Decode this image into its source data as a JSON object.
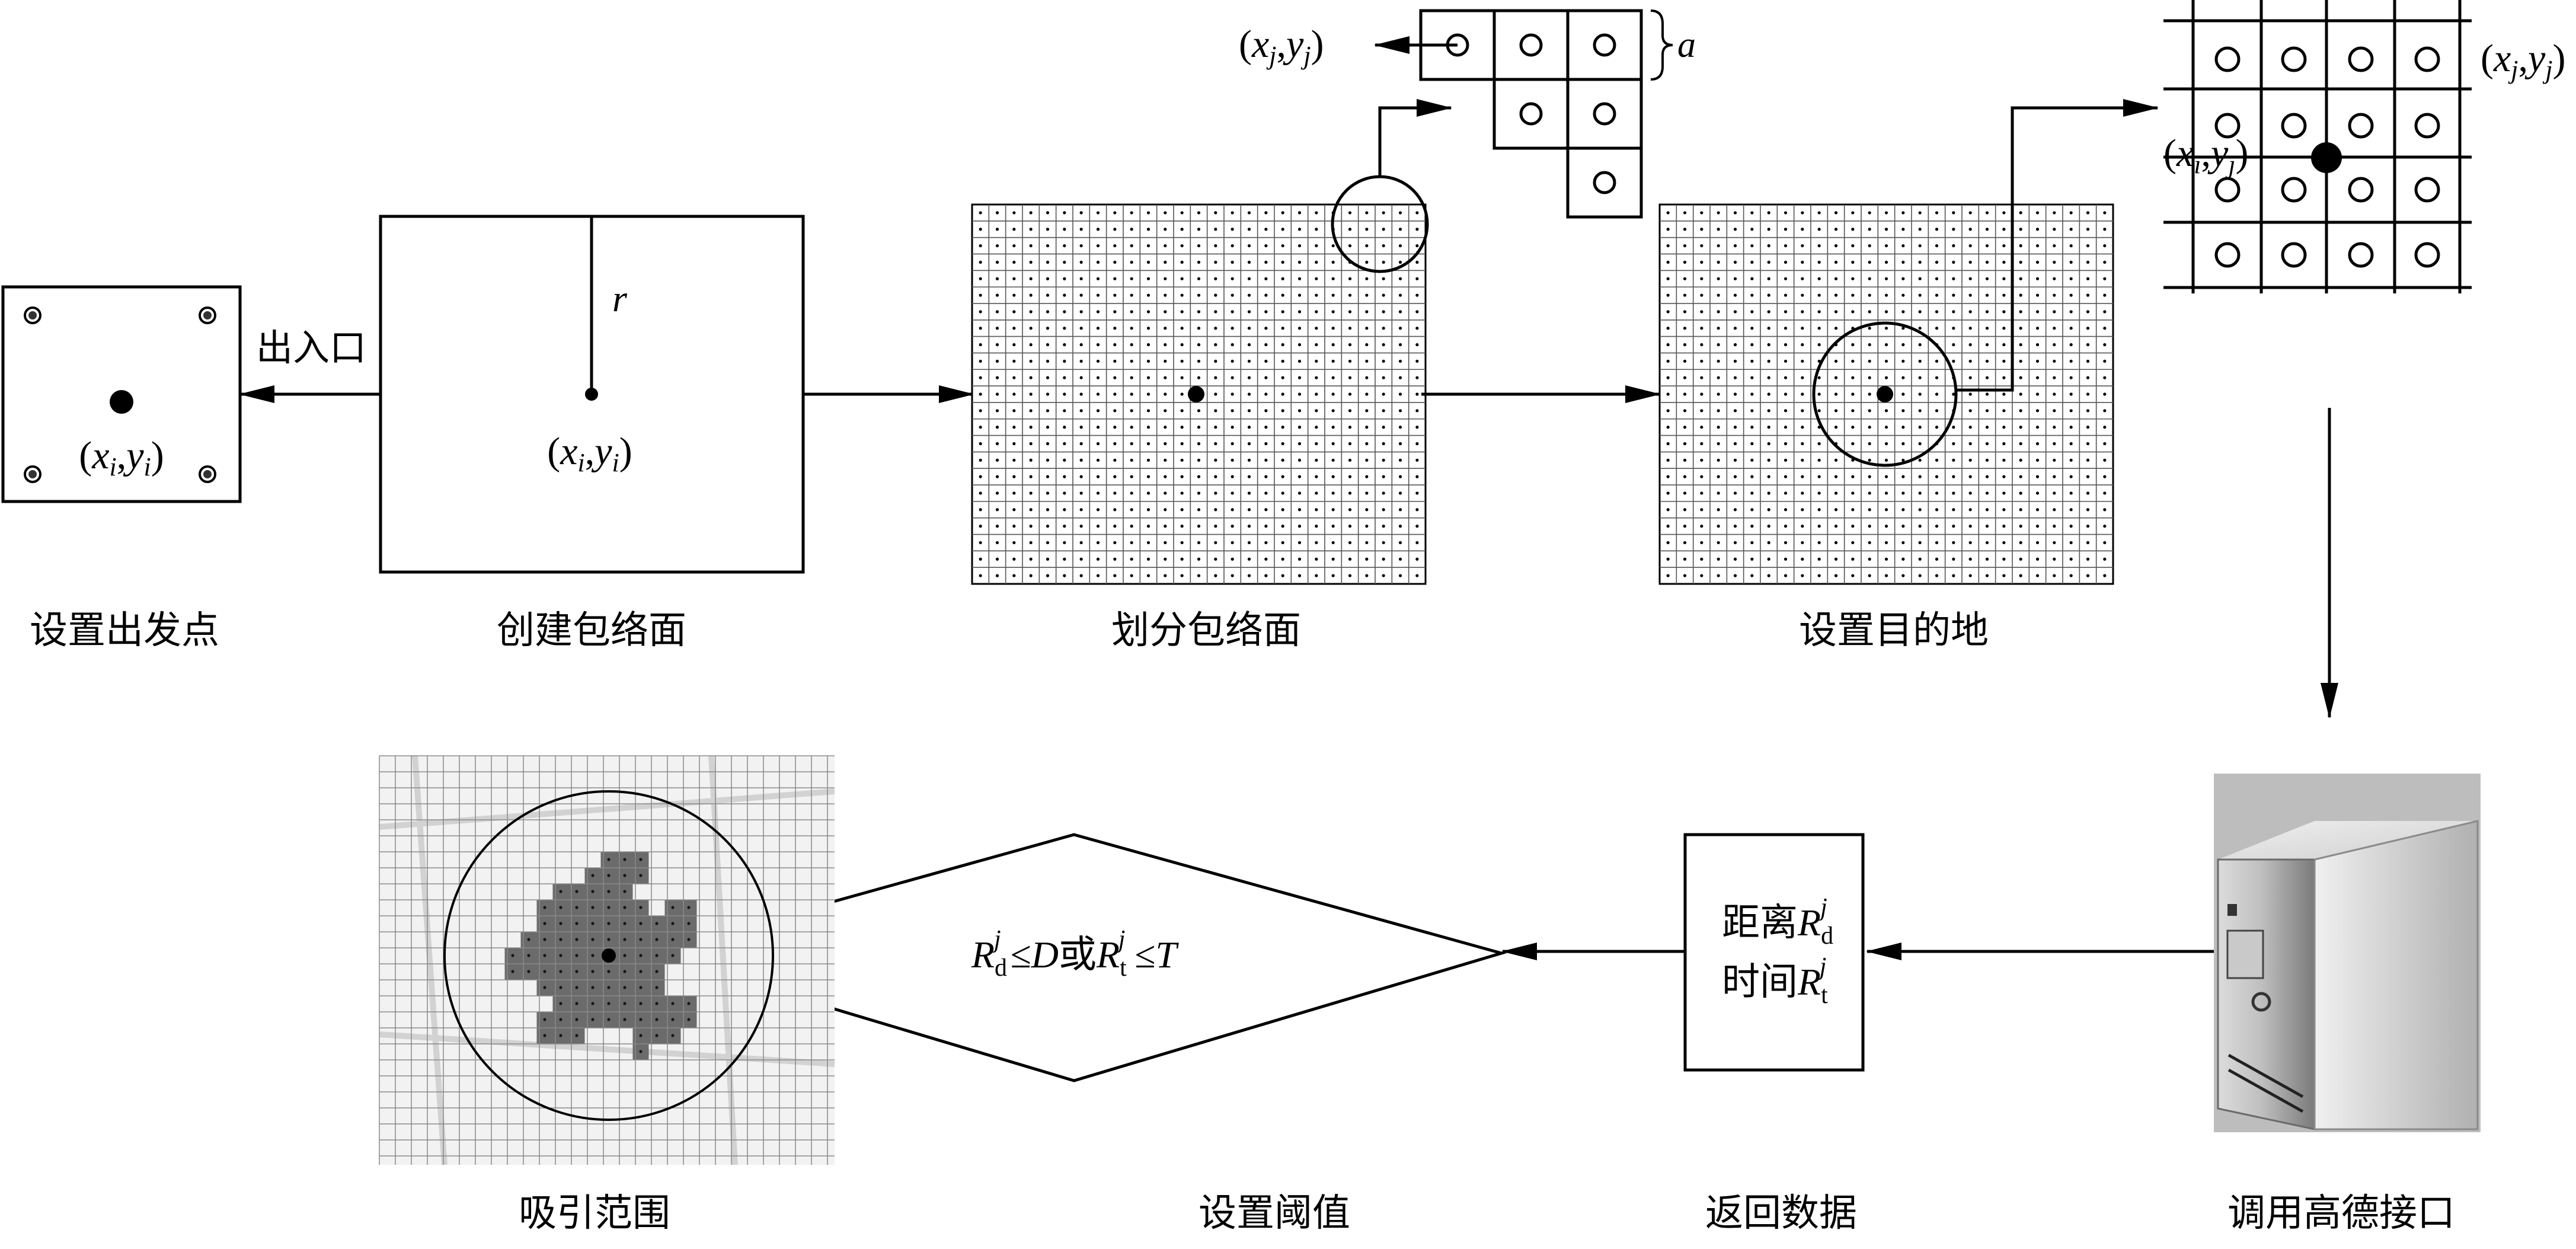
{
  "colors": {
    "line": "#000000",
    "background": "#ffffff",
    "map_shade": "#6b6b6b",
    "map_grid": "#8a8a8a",
    "server_light": "#e6e6e6",
    "server_dark": "#8c8c8c"
  },
  "steps": {
    "set_origin": "设置出发点",
    "create_envelope": "创建包络面",
    "divide_envelope": "划分包络面",
    "set_destination": "设置目的地",
    "call_api": "调用高德接口",
    "return_data": "返回数据",
    "set_threshold": "设置阈值",
    "attraction_range": "吸引范围"
  },
  "labels": {
    "entrance_exit": "出入口",
    "radius": "r",
    "grid_size": "a",
    "distance_text": "距离",
    "time_text": "时间"
  },
  "icons": {
    "server": "server-icon",
    "map": "map-thumbnail-icon"
  }
}
